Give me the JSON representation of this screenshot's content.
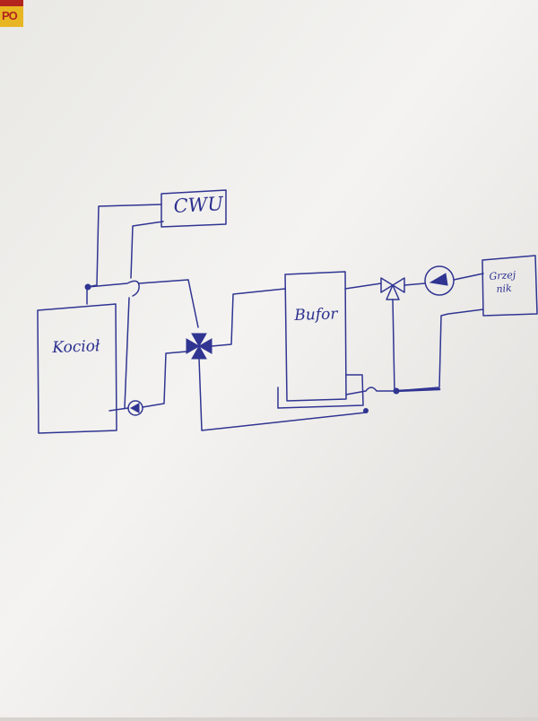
{
  "corner_label": "PO",
  "labels": {
    "cwu": "CWU",
    "kociol": "Kocioł",
    "bufor": "Bufor",
    "grzejnik_1": "Grzej",
    "grzejnik_2": "nik"
  },
  "colors": {
    "ink": "#303592",
    "paper": "#f2f1ee",
    "paper_edge": "#d6d3cf",
    "tag_yellow": "#e8b623",
    "tag_red": "#b3241e"
  }
}
